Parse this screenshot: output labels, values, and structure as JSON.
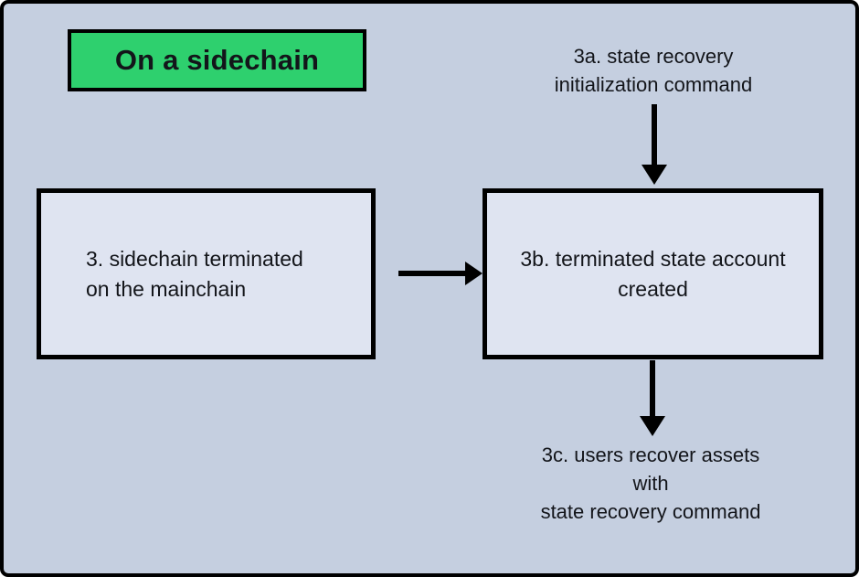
{
  "colors": {
    "background": "#c5cfe0",
    "node_fill": "#dfe4f1",
    "accent_green": "#2ed06e",
    "line_black": "#000000",
    "text_color": "#13151a"
  },
  "title_box": {
    "label": "On a sidechain"
  },
  "nodes": {
    "step_3": {
      "lines": [
        "3. sidechain terminated",
        "on the mainchain"
      ]
    },
    "step_3b": {
      "lines": [
        "3b. terminated state account",
        "created"
      ]
    }
  },
  "labels": {
    "step_3a": {
      "lines": [
        "3a. state recovery",
        "initialization command"
      ]
    },
    "step_3c": {
      "lines": [
        "3c. users recover assets",
        "with",
        "state recovery command"
      ]
    }
  },
  "edges": [
    {
      "from": "label-3a",
      "to": "node-step-3b",
      "direction": "down"
    },
    {
      "from": "node-step-3",
      "to": "node-step-3b",
      "direction": "right"
    },
    {
      "from": "node-step-3b",
      "to": "label-3c",
      "direction": "down"
    }
  ]
}
